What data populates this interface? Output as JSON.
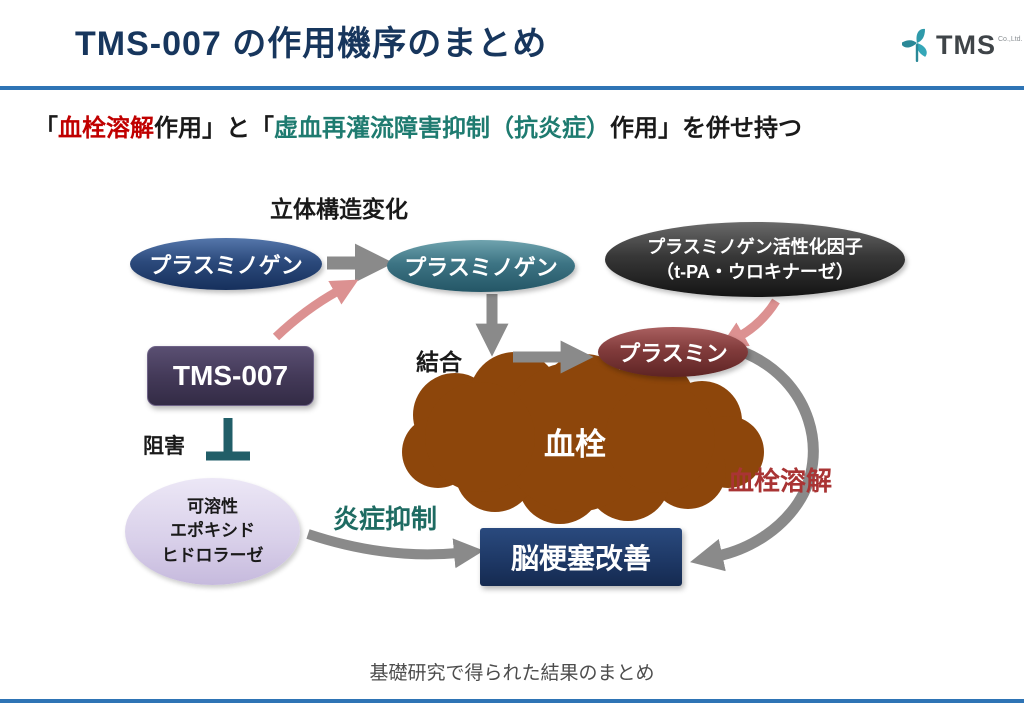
{
  "header": {
    "title": "TMS-007 の作用機序のまとめ",
    "logo_text": "TMS",
    "logo_suffix": "Co.,Ltd."
  },
  "subtitle": {
    "bracket_open": "「",
    "thrombolysis": "血栓溶解",
    "mid": "作用」と「",
    "ischemia": "虚血再灌流障害抑制（抗炎症）",
    "tail": "作用」を併せ持つ"
  },
  "diagram": {
    "conformational_change_label": "立体構造変化",
    "plasminogen_left": "プラスミノゲン",
    "plasminogen_center": "プラスミノゲン",
    "activator_line1": "プラスミノゲン活性化因子",
    "activator_line2": "（t-PA・ウロキナーゼ）",
    "binding_label": "結合",
    "plasmin": "プラスミン",
    "tms007_label": "TMS-007",
    "inhibition_label": "阻害",
    "seh_line1": "可溶性",
    "seh_line2": "エポキシド",
    "seh_line3": "ヒドロラーゼ",
    "thrombus_label": "血栓",
    "thrombolysis_label": "血栓溶解",
    "anti_inflammation_label": "炎症抑制",
    "outcome_label": "脳梗塞改善"
  },
  "footer": {
    "caption": "基礎研究で得られた結果のまとめ"
  },
  "colors": {
    "accent_blue": "#2e74b5",
    "title_navy": "#17365d",
    "subtitle_red": "#c00000",
    "subtitle_teal": "#1e7b70",
    "thrombus_brown": "#8d460b",
    "arrow_gray": "#8a8a8a",
    "arrow_pink": "#dc9191",
    "inhibition_teal": "#215e68",
    "thrombolysis_red": "#a93434",
    "anti_inflammation_teal": "#1e6b62"
  }
}
